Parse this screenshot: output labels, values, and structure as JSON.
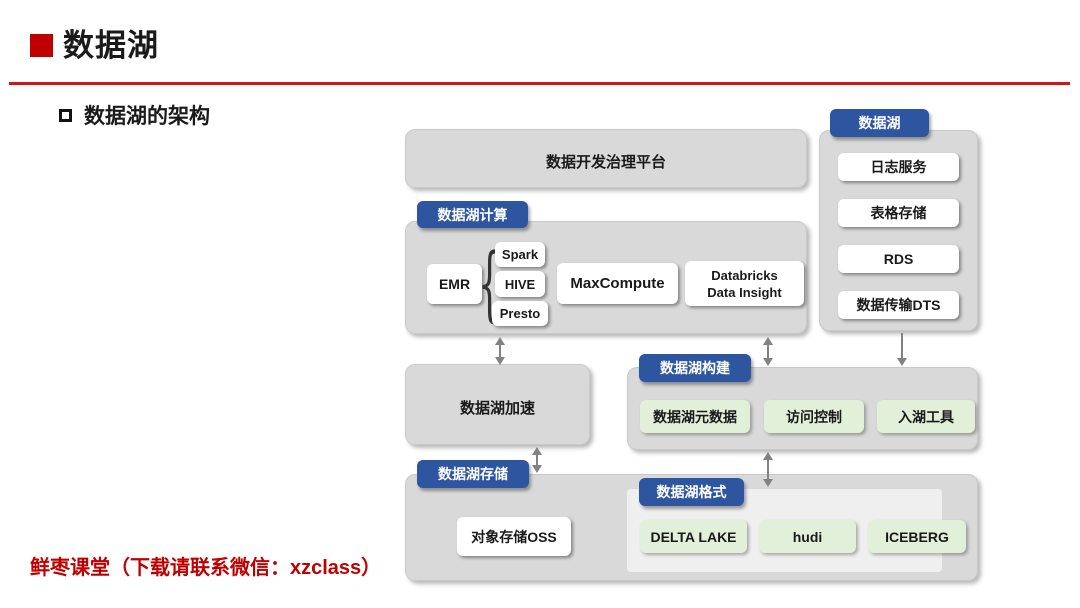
{
  "page": {
    "title": "数据湖",
    "subtitle": "数据湖的架构",
    "footer": "鲜枣课堂（下载请联系微信：xzclass）"
  },
  "colors": {
    "accent_red": "#c00000",
    "rule_red": "#d01616",
    "label_blue": "#2e55a0",
    "box_gray": "#d9d9d9",
    "panel_light_gray": "#efefef",
    "chip_green": "#e2efd9",
    "arrow_gray": "#828282"
  },
  "diagram": {
    "platform": {
      "label": "数据开发治理平台"
    },
    "compute": {
      "label": "数据湖计算",
      "emr": "EMR",
      "brace": "{",
      "engines": [
        "Spark",
        "HIVE",
        "Presto"
      ],
      "maxcompute": "MaxCompute",
      "databricks_lines": [
        "Databricks",
        "Data Insight"
      ]
    },
    "sources": {
      "label": "数据湖",
      "items": [
        "日志服务",
        "表格存储",
        "RDS",
        "数据传输DTS"
      ]
    },
    "acceleration": {
      "label": "数据湖加速"
    },
    "build": {
      "label": "数据湖构建",
      "items": [
        "数据湖元数据",
        "访问控制",
        "入湖工具"
      ]
    },
    "storage": {
      "label": "数据湖存储",
      "oss": "对象存储OSS",
      "format": {
        "label": "数据湖格式",
        "items": [
          "DELTA LAKE",
          "hudi",
          "ICEBERG"
        ]
      }
    }
  }
}
